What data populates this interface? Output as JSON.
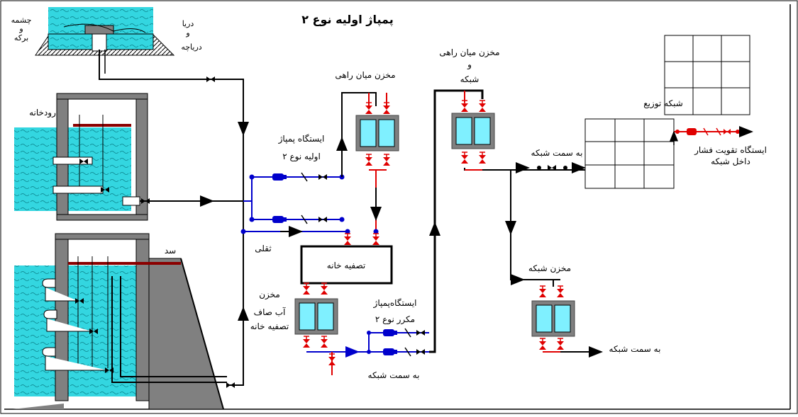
{
  "title": "پمپاژ اولیه نوع ۲",
  "labels": {
    "spring": "چشمه",
    "spring_and": "و",
    "spring_pond": "برکه",
    "sea": "دریا",
    "sea_and": "و",
    "lake": "دریاچه",
    "river": "رودخانه",
    "dam": "سد",
    "gravity": "ثقلی",
    "station_primary_l1": "ایستگاه پمپاژ",
    "station_primary_l2": "اولیه  نوع  ۲",
    "mid_reservoir_1": "مخزن میان راهی",
    "mid_reservoir_2_l1": "مخزن میان راهی",
    "mid_reservoir_2_l2": "و",
    "mid_reservoir_2_l3": "شبکه",
    "distribution_network": "شبکه توزیع",
    "to_network_1": "به سمت شبکه",
    "booster_l1": "ایستگاه تقویت فشار",
    "booster_l2": "داخل شبکه",
    "treatment_plant": "تصفیه خانه",
    "clear_water_l1": "مخزن",
    "clear_water_l2": "آب صاف",
    "clear_water_l3": "تصفیه خانه",
    "station_repeat_l1": "ایستگاه‌پمپاژ",
    "station_repeat_l2": "مکرر نوع ۲",
    "to_network_2": "به سمت شبکه",
    "network_reservoir": "مخزن شبکه",
    "to_network_3": "به سمت شبکه"
  },
  "colors": {
    "water": "#33d6e0",
    "pipe": "#000000",
    "pump_pipe": "#0000cc",
    "valve": "#e00000",
    "structure": "#808080",
    "tank_fill": "#7ff0ff",
    "earth": "#d9d9d9"
  }
}
